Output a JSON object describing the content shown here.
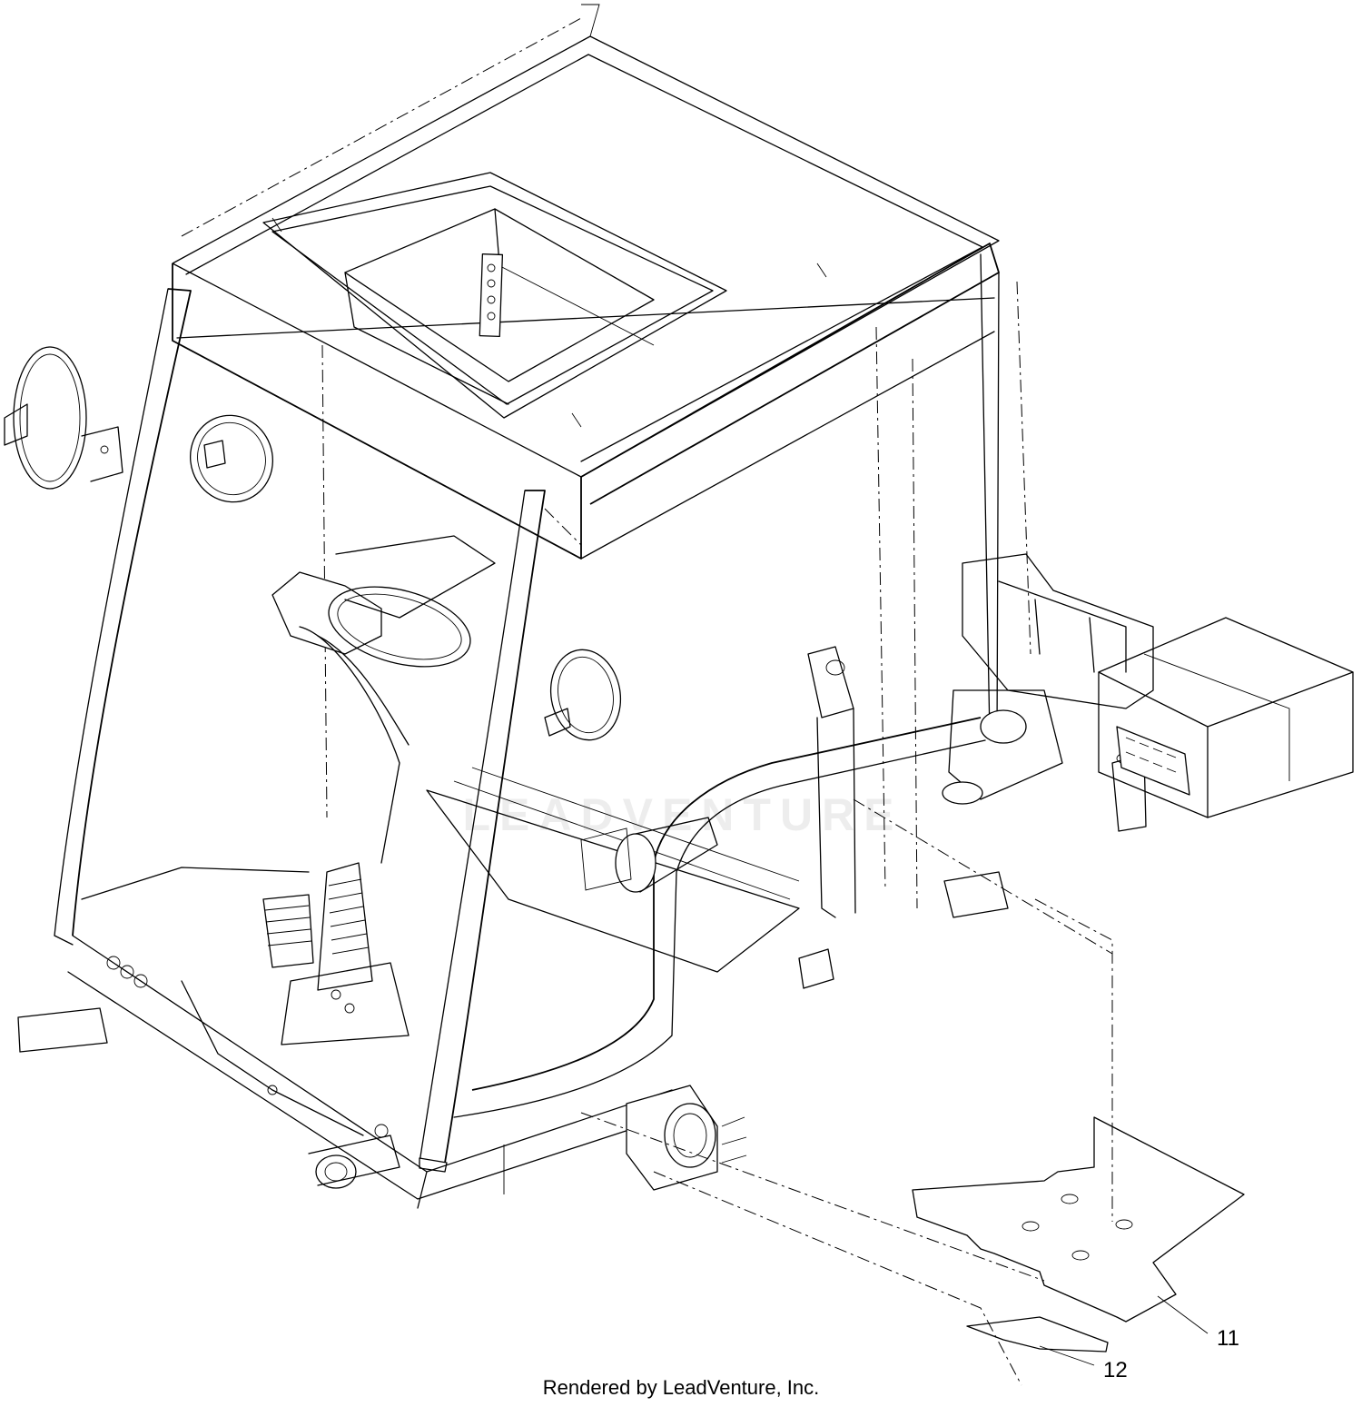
{
  "diagram": {
    "watermark_text": "LEADVENTURE",
    "credit_text": "Rendered by LeadVenture, Inc.",
    "callouts": [
      {
        "id": "11",
        "label": "11"
      },
      {
        "id": "12",
        "label": "12"
      }
    ],
    "line_color": "#000000",
    "background_color": "#ffffff"
  }
}
